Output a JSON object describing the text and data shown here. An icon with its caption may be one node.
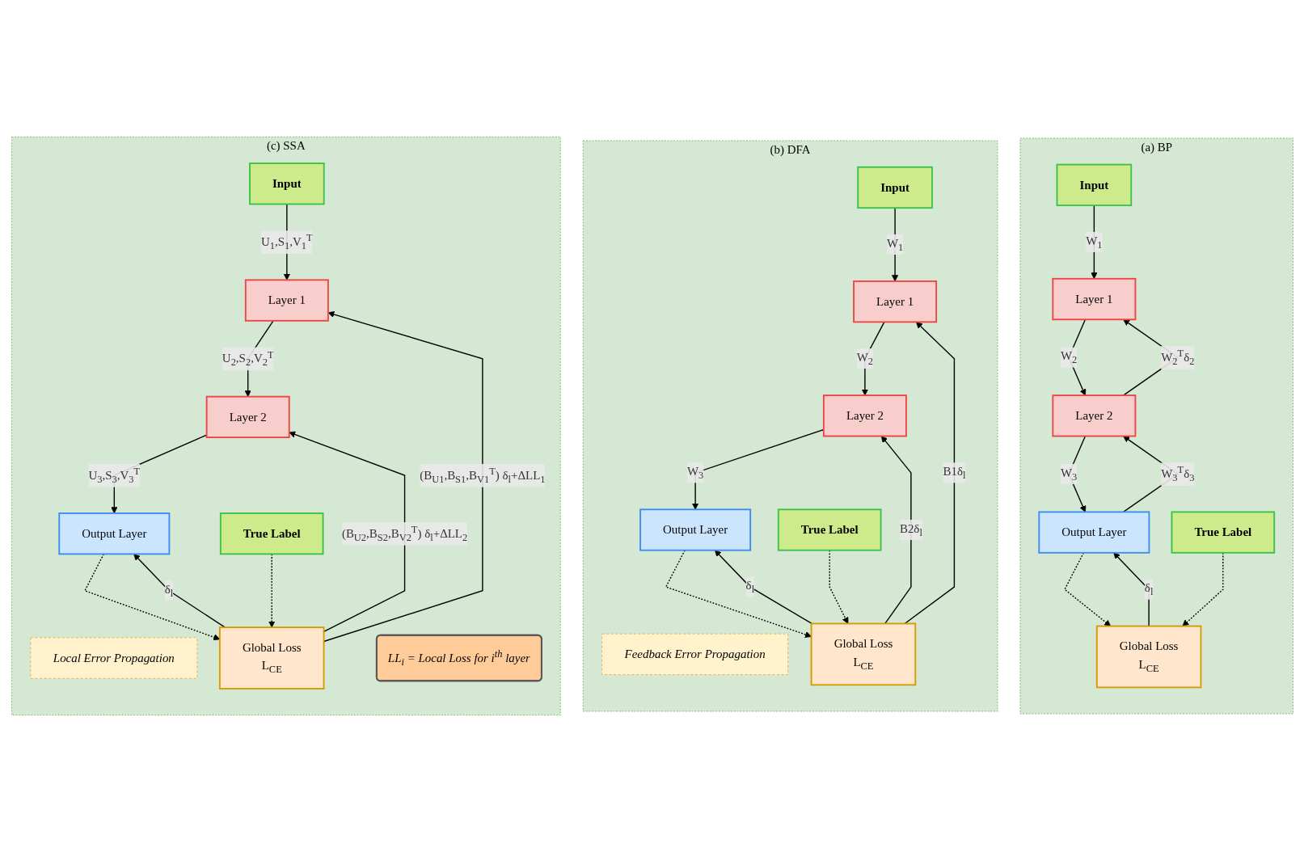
{
  "diagram": {
    "nodes": [
      {
        "text": [
          "(a) BP"
        ]
      },
      {
        "text": [
          "Input"
        ],
        "in": 0
      },
      {
        "text": [
          "Layer 1"
        ],
        "in": 0
      },
      {
        "text": [
          "Layer 2"
        ],
        "in": 0
      },
      {
        "text": [
          "Output Layer"
        ],
        "in": 0
      },
      {
        "text": [
          "Global Loss",
          "L$_{CE}$"
        ],
        "in": 0
      },
      {
        "text": [
          "True Label"
        ],
        "in": 0
      },
      {
        "text": [
          "(b) DFA"
        ]
      },
      {
        "text": [
          "Feedback Error Propagation"
        ],
        "in": 7
      },
      {
        "text": [
          "Input"
        ],
        "in": 7
      },
      {
        "text": [
          "Layer 1"
        ],
        "in": 7
      },
      {
        "text": [
          "Layer 2"
        ],
        "in": 7
      },
      {
        "text": [
          "Output Layer"
        ],
        "in": 7
      },
      {
        "text": [
          "Global Loss",
          "L$_{CE}$"
        ],
        "in": 7
      },
      {
        "text": [
          "True Label"
        ],
        "in": 7
      },
      {
        "text": [
          "(c) SSA"
        ]
      },
      {
        "text": [
          "Local Error Propagation"
        ],
        "in": 15
      },
      {
        "text": [
          "Input"
        ],
        "in": 15
      },
      {
        "text": [
          "Layer 1"
        ],
        "in": 15
      },
      {
        "text": [
          "Layer 2"
        ],
        "in": 15
      },
      {
        "text": [
          "Output Layer"
        ],
        "in": 15
      },
      {
        "text": [
          "Global Loss",
          "L$_{CE}$"
        ],
        "in": 15
      },
      {
        "text": [
          "True Label"
        ],
        "in": 15
      },
      {
        "text": [
          "LL$_{i}$ = Local Loss for i$^{th}$ layer"
        ],
        "in": 15
      }
    ],
    "edges": [
      {
        "from": 1,
        "to": 2,
        "arrow": "to",
        "label": "W$_{1}$"
      },
      {
        "from": 2,
        "to": 3,
        "arrow": "to",
        "label": "W$_{2}$"
      },
      {
        "from": 3,
        "to": 4,
        "arrow": "to",
        "label": "W$_{3}$"
      },
      {
        "from": 4,
        "to": 5,
        "arrow": "to",
        "style": "dashed"
      },
      {
        "from": 6,
        "to": 5,
        "arrow": "to",
        "style": "dashed"
      },
      {
        "from": 5,
        "to": 4,
        "arrow": "to",
        "label": "δ$_{l}$"
      },
      {
        "from": 4,
        "to": 3,
        "arrow": "to",
        "label": "W$_{3}$$^{T}$δ$_{3}$"
      },
      {
        "from": 3,
        "to": 2,
        "arrow": "to",
        "label": "W$_{2}$$^{T}$δ$_{2}$"
      },
      {
        "from": 9,
        "to": 10,
        "arrow": "to",
        "label": "W$_{1}$"
      },
      {
        "from": 10,
        "to": 11,
        "arrow": "to",
        "label": "W$_{2}$"
      },
      {
        "from": 11,
        "to": 12,
        "arrow": "to",
        "label": "W$_{3}$"
      },
      {
        "from": 12,
        "to": 13,
        "arrow": "to",
        "style": "dashed"
      },
      {
        "from": 14,
        "to": 13,
        "arrow": "to",
        "style": "dashed"
      },
      {
        "from": 13,
        "to": 12,
        "arrow": "to",
        "label": "δ$_{l}$"
      },
      {
        "from": 13,
        "to": 11,
        "arrow": "to",
        "label": "B2δ$_{l}$"
      },
      {
        "from": 13,
        "to": 10,
        "arrow": "to",
        "label": "B1δ$_{l}$"
      },
      {
        "from": 17,
        "to": 18,
        "arrow": "to",
        "label": "U$_{1}$,S$_{1}$,V$_{1}$$^{T}$"
      },
      {
        "from": 18,
        "to": 19,
        "arrow": "to",
        "label": "U$_{2}$,S$_{2}$,V$_{2}$$^{T}$"
      },
      {
        "from": 19,
        "to": 20,
        "arrow": "to",
        "label": "U$_{3}$,S$_{3}$,V$_{3}$$^{T}$"
      },
      {
        "from": 20,
        "to": 21,
        "arrow": "to",
        "style": "dashed"
      },
      {
        "from": 22,
        "to": 21,
        "arrow": "to",
        "style": "dashed"
      },
      {
        "from": 21,
        "to": 20,
        "arrow": "to",
        "label": "δ$_{l}$"
      },
      {
        "from": 21,
        "to": 19,
        "arrow": "to",
        "label": "(B$_{U2}$,B$_{S2}$,B$_{V2}$$^{T}$) δ$_{l}$+ΔLL$_{2}$"
      },
      {
        "from": 21,
        "to": 18,
        "arrow": "to",
        "label": "(B$_{U1}$,B$_{S1}$,B$_{V1}$$^{T}$) δ$_{l}$+ΔLL$_{1}$"
      }
    ]
  }
}
